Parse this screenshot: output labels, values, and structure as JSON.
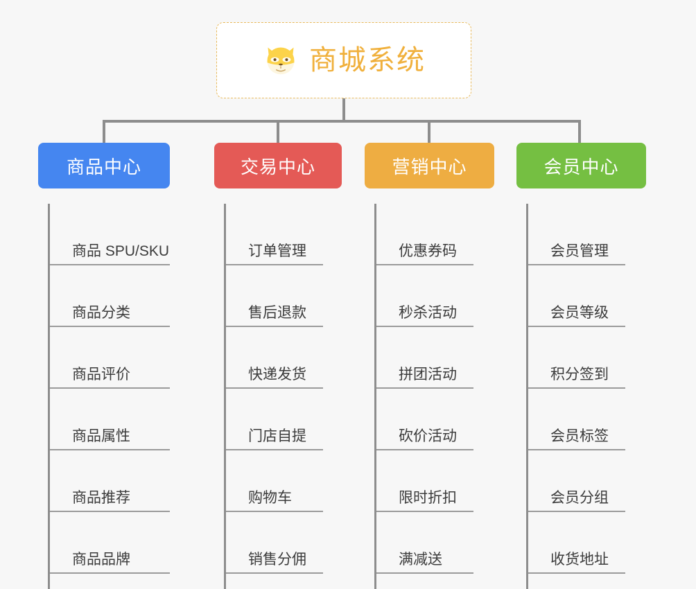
{
  "root": {
    "title": "商城系统",
    "icon": "shiba-dog-icon",
    "accent_color": "#f0b03c",
    "border_color": "#e8b95a"
  },
  "colors": {
    "background": "#f7f7f7",
    "connector": "#8d8d8d",
    "item_text": "#3b3b3b",
    "item_underline": "#9a9a9a"
  },
  "categories": [
    {
      "label": "商品中心",
      "color": "#4586f0",
      "items": [
        {
          "label": "商品 SPU/SKU"
        },
        {
          "label": "商品分类"
        },
        {
          "label": "商品评价"
        },
        {
          "label": "商品属性"
        },
        {
          "label": "商品推荐"
        },
        {
          "label": "商品品牌"
        }
      ]
    },
    {
      "label": "交易中心",
      "color": "#e45a56",
      "items": [
        {
          "label": "订单管理"
        },
        {
          "label": "售后退款"
        },
        {
          "label": "快递发货"
        },
        {
          "label": "门店自提"
        },
        {
          "label": "购物车"
        },
        {
          "label": "销售分佣"
        }
      ]
    },
    {
      "label": "营销中心",
      "color": "#eead42",
      "items": [
        {
          "label": "优惠券码"
        },
        {
          "label": "秒杀活动"
        },
        {
          "label": "拼团活动"
        },
        {
          "label": "砍价活动"
        },
        {
          "label": "限时折扣"
        },
        {
          "label": "满减送"
        }
      ]
    },
    {
      "label": "会员中心",
      "color": "#75bf42",
      "items": [
        {
          "label": "会员管理"
        },
        {
          "label": "会员等级"
        },
        {
          "label": "积分签到"
        },
        {
          "label": "会员标签"
        },
        {
          "label": "会员分组"
        },
        {
          "label": "收货地址"
        }
      ]
    }
  ]
}
